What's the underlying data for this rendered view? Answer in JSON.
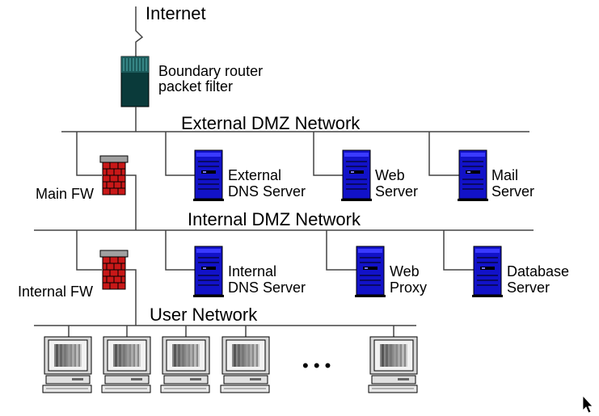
{
  "internet": {
    "label": "Internet"
  },
  "router": {
    "line1": "Boundary router",
    "line2": "packet filter"
  },
  "external_dmz": {
    "label": "External DMZ Network",
    "servers": [
      {
        "line1": "External",
        "line2": "DNS Server"
      },
      {
        "line1": "Web",
        "line2": "Server"
      },
      {
        "line1": "Mail",
        "line2": "Server"
      }
    ]
  },
  "main_fw": {
    "label": "Main FW"
  },
  "internal_dmz": {
    "label": "Internal DMZ Network",
    "servers": [
      {
        "line1": "Internal",
        "line2": "DNS Server"
      },
      {
        "line1": "Web",
        "line2": "Proxy"
      },
      {
        "line1": "Database",
        "line2": "Server"
      }
    ]
  },
  "internal_fw": {
    "label": "Internal FW"
  },
  "user_network": {
    "label": "User Network",
    "ellipsis": "• • •"
  },
  "colors": {
    "server": "#1010c8",
    "firewall": "#c81818",
    "router": "#0a3a3a",
    "line": "#444444"
  }
}
